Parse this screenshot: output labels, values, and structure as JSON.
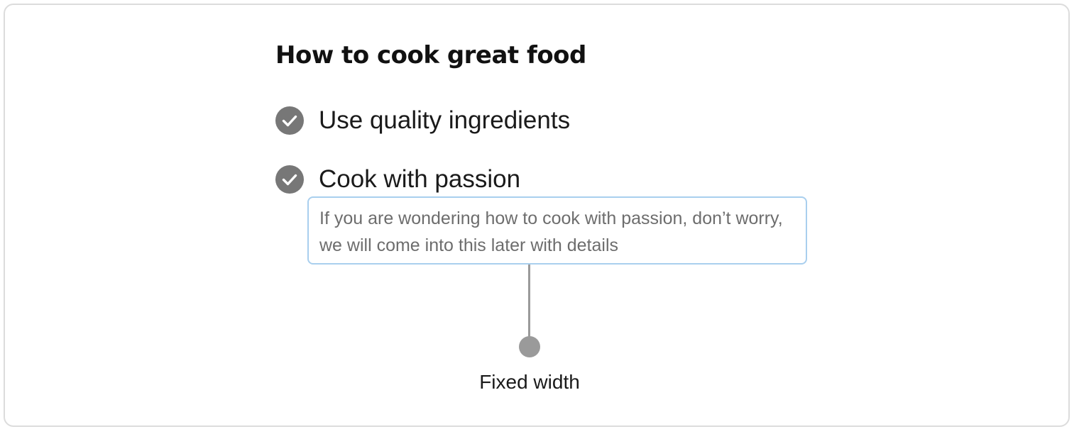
{
  "title": "How to cook great food",
  "checklist": {
    "items": [
      {
        "label": "Use quality ingredients",
        "icon": "check-circle-icon"
      },
      {
        "label": "Cook with passion",
        "icon": "check-circle-icon"
      }
    ],
    "description": "If you are wondering how to cook with passion, don’t worry, we will come into this later with details"
  },
  "annotation": {
    "label": "Fixed width"
  },
  "colors": {
    "check_fill": "#777777",
    "box_border": "#a9cfee",
    "connector": "#9a9a9a",
    "description_text": "#6d6d6d",
    "frame_border": "#dcdcdc"
  }
}
